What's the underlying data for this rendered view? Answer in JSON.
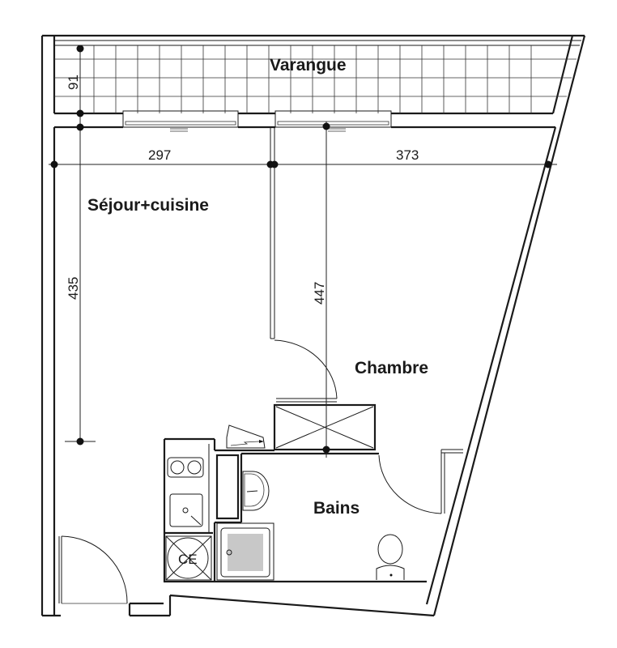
{
  "rooms": {
    "varangue": "Varangue",
    "sejour": "Séjour+cuisine",
    "chambre": "Chambre",
    "bains": "Bains",
    "ce": "CE"
  },
  "dimensions": {
    "varangue_depth": "91",
    "sejour_width": "297",
    "chambre_width": "373",
    "sejour_depth": "435",
    "chambre_depth": "447"
  },
  "colors": {
    "line": "#1a1a1a",
    "background": "#ffffff"
  }
}
